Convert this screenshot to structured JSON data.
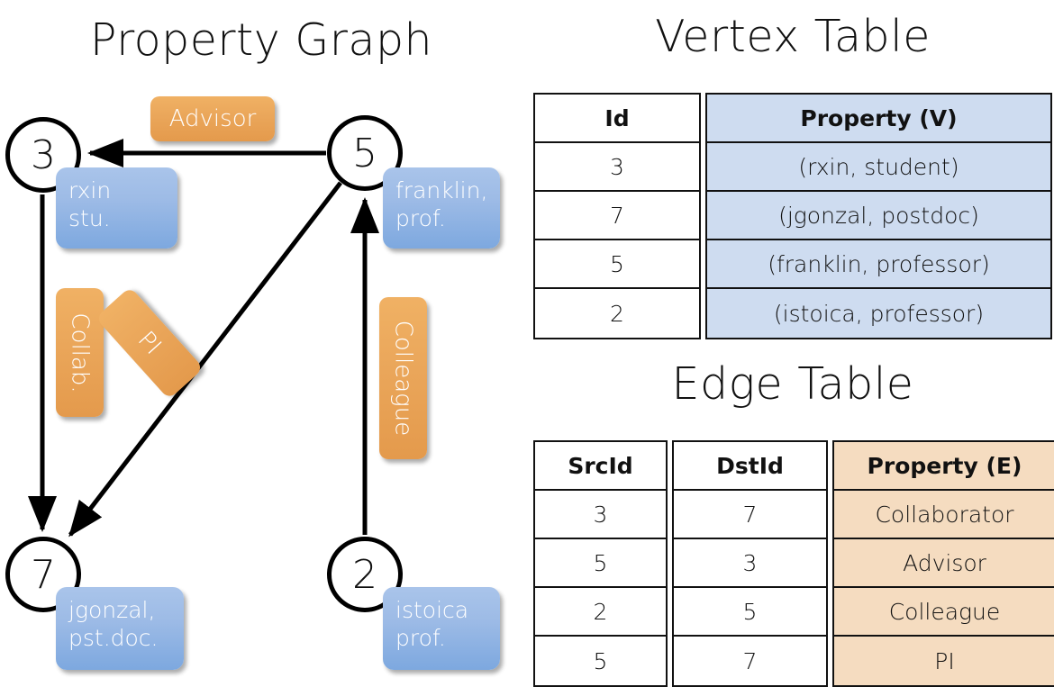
{
  "titles": {
    "graph": "Property Graph",
    "vertex_table": "Vertex Table",
    "edge_table": "Edge Table"
  },
  "graph": {
    "nodes": [
      {
        "id": "3",
        "property": "rxin\nstu."
      },
      {
        "id": "5",
        "property": "franklin,\nprof."
      },
      {
        "id": "7",
        "property": "jgonzal,\npst.doc."
      },
      {
        "id": "2",
        "property": "istoica\nprof."
      }
    ],
    "edge_labels": {
      "advisor": "Advisor",
      "collab": "Collab.",
      "pi": "PI",
      "colleague": "Colleague"
    },
    "edges": [
      {
        "from": "5",
        "to": "3",
        "label": "Advisor"
      },
      {
        "from": "3",
        "to": "7",
        "label": "Collab."
      },
      {
        "from": "5",
        "to": "7",
        "label": "PI"
      },
      {
        "from": "2",
        "to": "5",
        "label": "Colleague"
      }
    ]
  },
  "vertex_table": {
    "headers": [
      "Id",
      "Property (V)"
    ],
    "rows": [
      [
        "3",
        "(rxin, student)"
      ],
      [
        "7",
        "(jgonzal, postdoc)"
      ],
      [
        "5",
        "(franklin, professor)"
      ],
      [
        "2",
        "(istoica, professor)"
      ]
    ]
  },
  "edge_table": {
    "headers": [
      "SrcId",
      "DstId",
      "Property (E)"
    ],
    "rows": [
      [
        "3",
        "7",
        "Collaborator"
      ],
      [
        "5",
        "3",
        "Advisor"
      ],
      [
        "2",
        "5",
        "Colleague"
      ],
      [
        "5",
        "7",
        "PI"
      ]
    ]
  },
  "colors": {
    "vertex_property_fill": "#cedcf0",
    "edge_property_fill": "#f5dcc0",
    "node_box_blue": "#9dbbe6",
    "edge_label_orange": "#eaa65a",
    "stroke": "#111111",
    "background": "#ffffff"
  }
}
